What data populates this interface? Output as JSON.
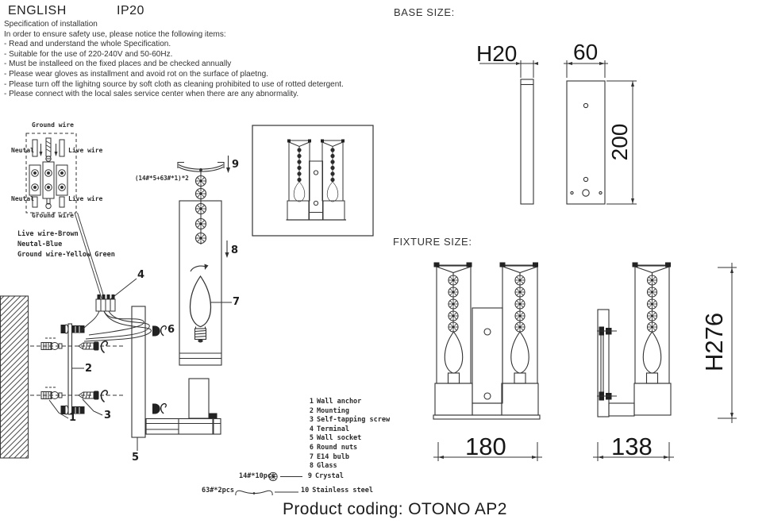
{
  "header": {
    "language": "ENGLISH",
    "ip_rating": "IP20"
  },
  "spec": {
    "title": "Specification of installation",
    "intro": "In order to ensure safety use, please notice the following items:",
    "items": [
      "- Read and understand the whole Specification.",
      "- Suitable for the use of 220-240V and 50-60Hz.",
      "- Must be installeed on the fixed places and be checked annually",
      "- Please wear gloves as installment and avoid rot on the surface of plaetng.",
      "- Please turn off the lighitng source by soft cloth as cleaning prohibited to use of rotted detergent.",
      "- Please connect with the local sales service center when there are any abnormality."
    ]
  },
  "wiring": {
    "ground_top": "Ground wire",
    "ground_bottom": "Ground wire",
    "neutral_top": "Neutal",
    "live_top": "Live wire",
    "neutral_bottom": "Neutal",
    "live_bottom": "Live wire",
    "legend": [
      "Live wire-Brown",
      "Neutal-Blue",
      "Ground wire-Yellow Green"
    ]
  },
  "exploded": {
    "crystal_spec": "(14#*5+63#*1)*2",
    "callouts": [
      "1",
      "2",
      "3",
      "4",
      "5",
      "6",
      "7",
      "8",
      "9"
    ]
  },
  "parts": [
    {
      "num": "1",
      "name": "Wall anchor"
    },
    {
      "num": "2",
      "name": "Mounting"
    },
    {
      "num": "3",
      "name": "Self-tapping screw"
    },
    {
      "num": "4",
      "name": "Terminal"
    },
    {
      "num": "5",
      "name": "Wall socket"
    },
    {
      "num": "6",
      "name": "Round nuts"
    },
    {
      "num": "7",
      "name": "E14 bulb"
    },
    {
      "num": "8",
      "name": "Glass"
    },
    {
      "num": "9",
      "name": "Crystal"
    },
    {
      "num": "10",
      "name": "Stainless steel"
    }
  ],
  "quantities": {
    "crystal": "14#*10pcs",
    "stainless": "63#*2pcs"
  },
  "base_size": {
    "label": "BASE SIZE:",
    "depth": "H20",
    "width": "60",
    "height": "200"
  },
  "fixture_size": {
    "label": "FIXTURE SIZE:",
    "front_width": "180",
    "side_width": "138",
    "height": "H276"
  },
  "footer": {
    "label": "Product coding:",
    "value": "OTONO AP2"
  },
  "colors": {
    "line": "#3c3c3c",
    "text": "#2b2b2b"
  }
}
